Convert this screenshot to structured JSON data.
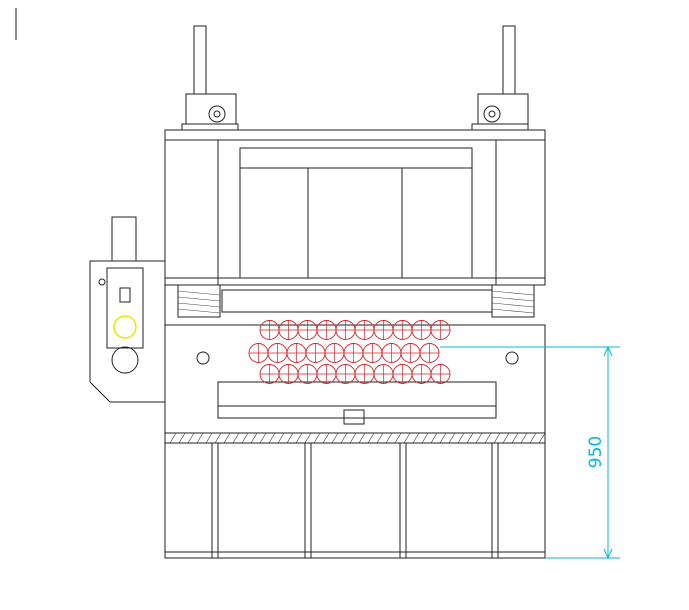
{
  "drawing": {
    "dimension_value": "950",
    "colors": {
      "outline": "#222222",
      "dimension": "#00bcd4",
      "pipes": "#d8232a",
      "indicator": "#e6e600"
    },
    "pipe_rows": [
      10,
      10,
      10
    ]
  }
}
